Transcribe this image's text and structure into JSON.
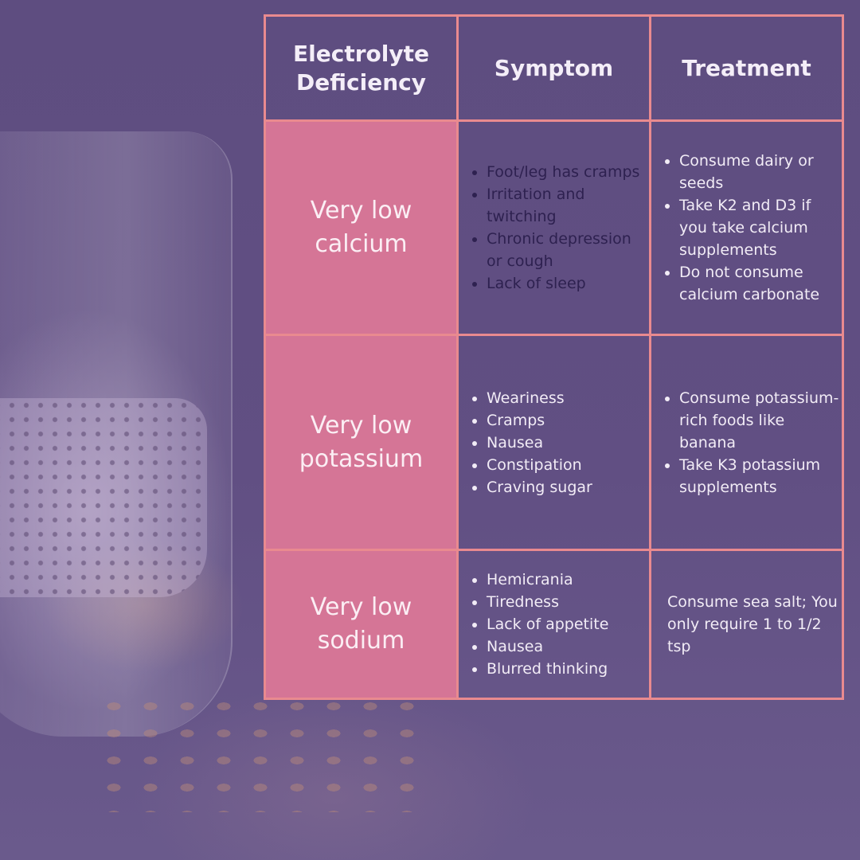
{
  "headers": {
    "deficiency": "Electrolyte Deficiency",
    "symptom": "Symptom",
    "treatment": "Treatment"
  },
  "rows": [
    {
      "deficiency": "Very low calcium",
      "symptoms": [
        "Foot/leg has cramps",
        "Irritation and twitching",
        "Chronic depression or cough",
        "Lack of sleep"
      ],
      "treatments": [
        "Consume dairy or seeds",
        "Take K2 and D3 if you take calcium supplements",
        "Do not consume calcium carbonate"
      ]
    },
    {
      "deficiency": "Very low potassium",
      "symptoms": [
        "Weariness",
        "Cramps",
        "Nausea",
        "Constipation",
        "Craving sugar"
      ],
      "treatments": [
        "Consume potassium-rich foods like banana",
        "Take K3 potassium supplements"
      ]
    },
    {
      "deficiency": "Very low sodium",
      "symptoms": [
        "Hemicrania",
        "Tiredness",
        "Lack of appetite",
        "Nausea",
        "Blurred thinking"
      ],
      "treatment_text": "Consume sea salt; You only require 1 to 1/2 tsp"
    }
  ],
  "colors": {
    "overlay": "#5c4a7e",
    "border": "#e98a8f",
    "deficiency_fill": "#d57596",
    "dark_text": "#2e2150",
    "light_text": "#f2ecf6"
  }
}
